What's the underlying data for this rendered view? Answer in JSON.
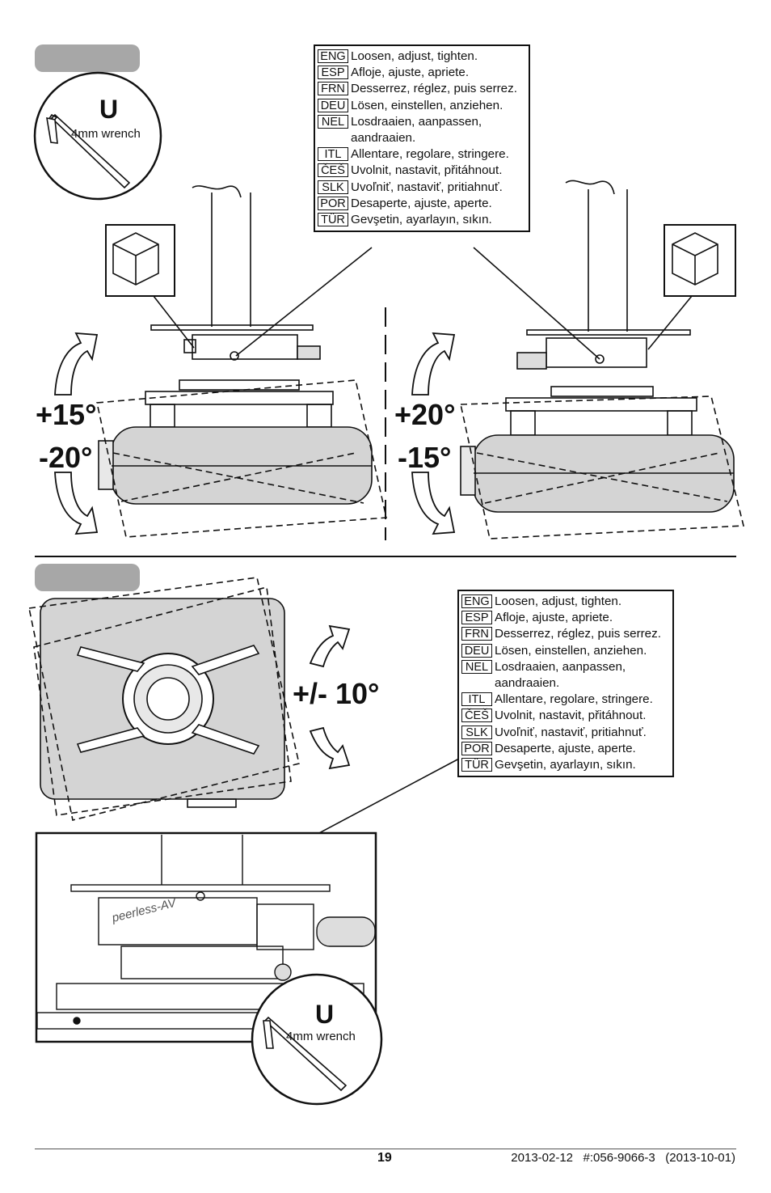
{
  "step_tabs": [
    "",
    ""
  ],
  "tool_callout": {
    "letter": "U",
    "label": "4mm wrench"
  },
  "instructions": [
    {
      "code": "ENG",
      "text": "Loosen, adjust, tighten."
    },
    {
      "code": "ESP",
      "text": "Afloje, ajuste, apriete."
    },
    {
      "code": "FRN",
      "text": "Desserrez, réglez, puis serrez."
    },
    {
      "code": "DEU",
      "text": "Lösen, einstellen, anziehen."
    },
    {
      "code": "NEL",
      "text": "Losdraaien, aanpassen, aandraaien."
    },
    {
      "code": "ITL",
      "text": "Allentare, regolare, stringere."
    },
    {
      "code": "ČEŠ",
      "text": "Uvolnit, nastavit, přitáhnout."
    },
    {
      "code": "SLK",
      "text": "Uvoľniť, nastaviť, pritiahnuť."
    },
    {
      "code": "POR",
      "text": "Desaperte, ajuste, aperte."
    },
    {
      "code": "TÜR",
      "text": "Gevşetin, ayarlayın, sıkın."
    }
  ],
  "tilt_left": {
    "up": "+15°",
    "down": "-20°"
  },
  "tilt_right": {
    "up": "+20°",
    "down": "-15°"
  },
  "rotation": "+/- 10°",
  "brand_mark": "peerless-AV",
  "footer": {
    "page_number": "19",
    "doc_info": "2013-02-12   #:056-9066-3   (2013-10-01)"
  },
  "colors": {
    "tab_gray": "#a7a7a7",
    "projector_gray": "#d4d4d4",
    "line": "#111111"
  }
}
